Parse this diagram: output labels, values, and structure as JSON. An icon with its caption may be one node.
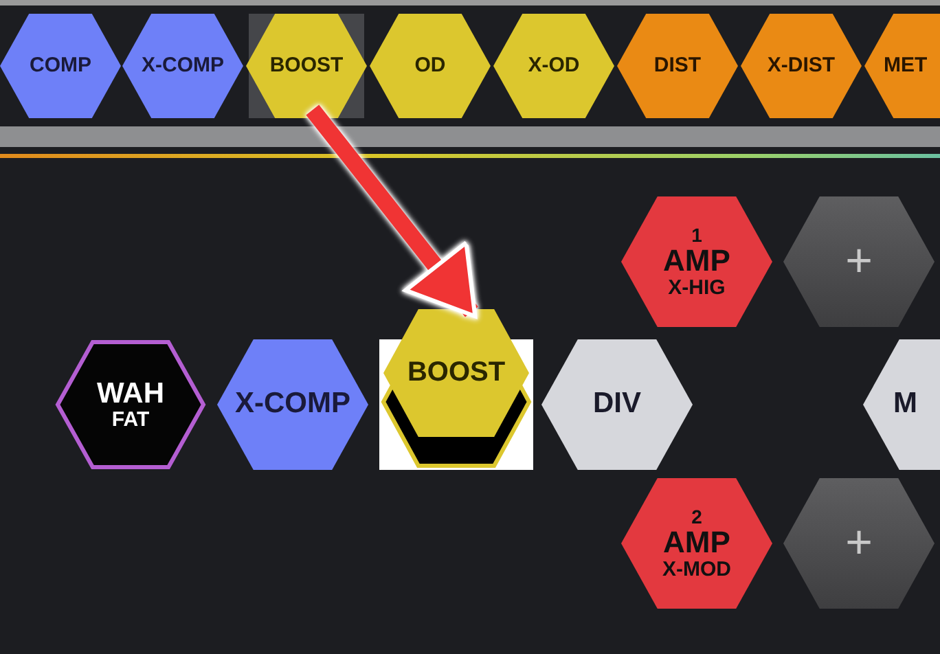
{
  "diagram": {
    "nodes": [
      {
        "text": [
          "COMP"
        ]
      },
      {
        "text": [
          "X-COMP"
        ]
      },
      {
        "text": [
          "BOOST"
        ]
      },
      {
        "text": [
          "OD"
        ]
      },
      {
        "text": [
          "X-OD"
        ]
      },
      {
        "text": [
          "DIST"
        ]
      },
      {
        "text": [
          "X-DIST"
        ]
      },
      {
        "text": [
          "MET"
        ]
      },
      {
        "text": [
          "1",
          "AMP",
          "X-HIG"
        ]
      },
      {
        "text": [
          "+"
        ]
      },
      {
        "text": [
          "WAH",
          "FAT"
        ]
      },
      {
        "text": [
          "X-COMP"
        ]
      },
      {
        "text": [
          "BOOST"
        ]
      },
      {
        "text": [
          "DIV"
        ]
      },
      {
        "text": [
          "M"
        ]
      },
      {
        "text": [
          "2",
          "AMP",
          "X-MOD"
        ]
      },
      {
        "text": [
          "+"
        ]
      }
    ],
    "edges": [
      {
        "from": 2,
        "to": 12,
        "arrow": "to",
        "color": "#f03434"
      }
    ]
  }
}
